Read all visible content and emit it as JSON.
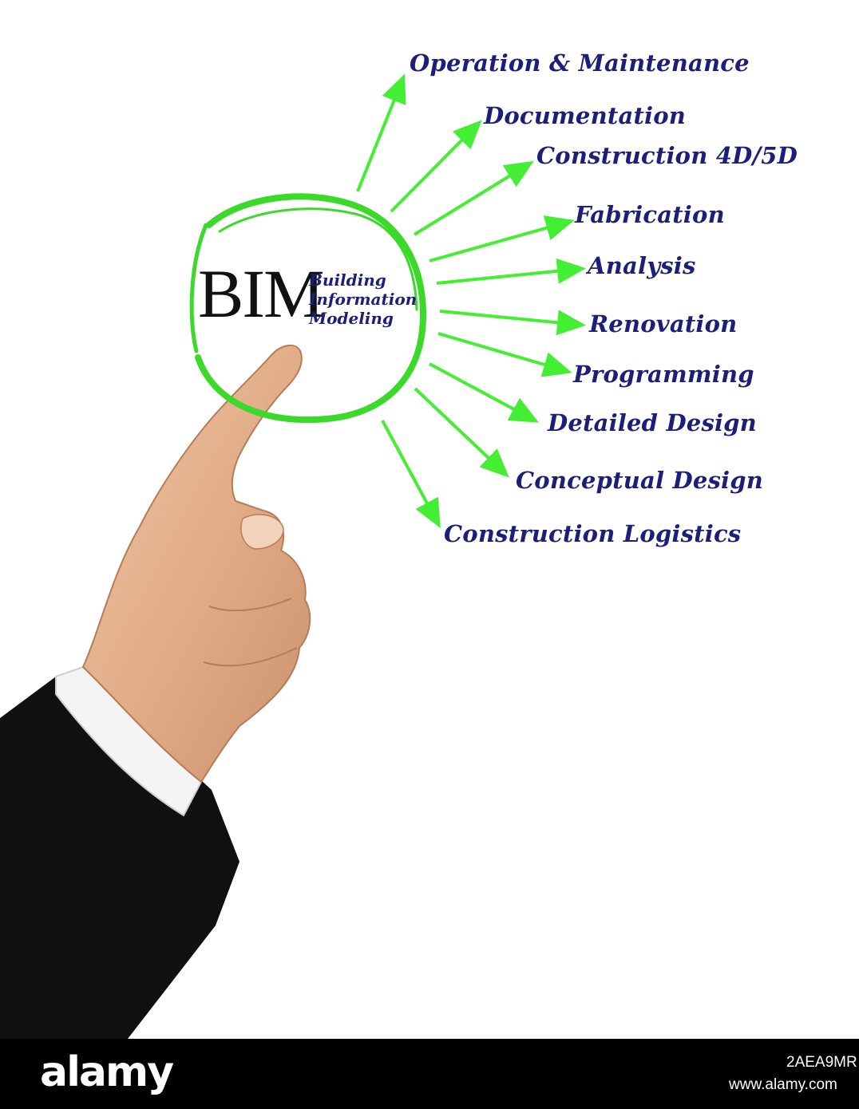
{
  "diagram": {
    "center": {
      "acronym": "BIM",
      "subtitle_lines": [
        "Building",
        "Information",
        "Modeling"
      ]
    },
    "branches": [
      {
        "label": "Operation & Maintenance"
      },
      {
        "label": "Documentation"
      },
      {
        "label": "Construction 4D/5D"
      },
      {
        "label": "Fabrication"
      },
      {
        "label": "Analysis"
      },
      {
        "label": "Renovation"
      },
      {
        "label": "Programming"
      },
      {
        "label": "Detailed Design"
      },
      {
        "label": "Conceptual Design"
      },
      {
        "label": "Construction Logistics"
      }
    ]
  },
  "colors": {
    "arrow": "#44ee33",
    "circle": "#3bd92a",
    "label_text": "#1c1f7a",
    "acronym_text": "#111111",
    "sleeve": "#101010",
    "cuff": "#f4f4f2",
    "skin": "#e4b48f"
  },
  "watermark": {
    "logo": "alamy",
    "image_id": "2AEA9MR",
    "site": "www.alamy.com"
  }
}
